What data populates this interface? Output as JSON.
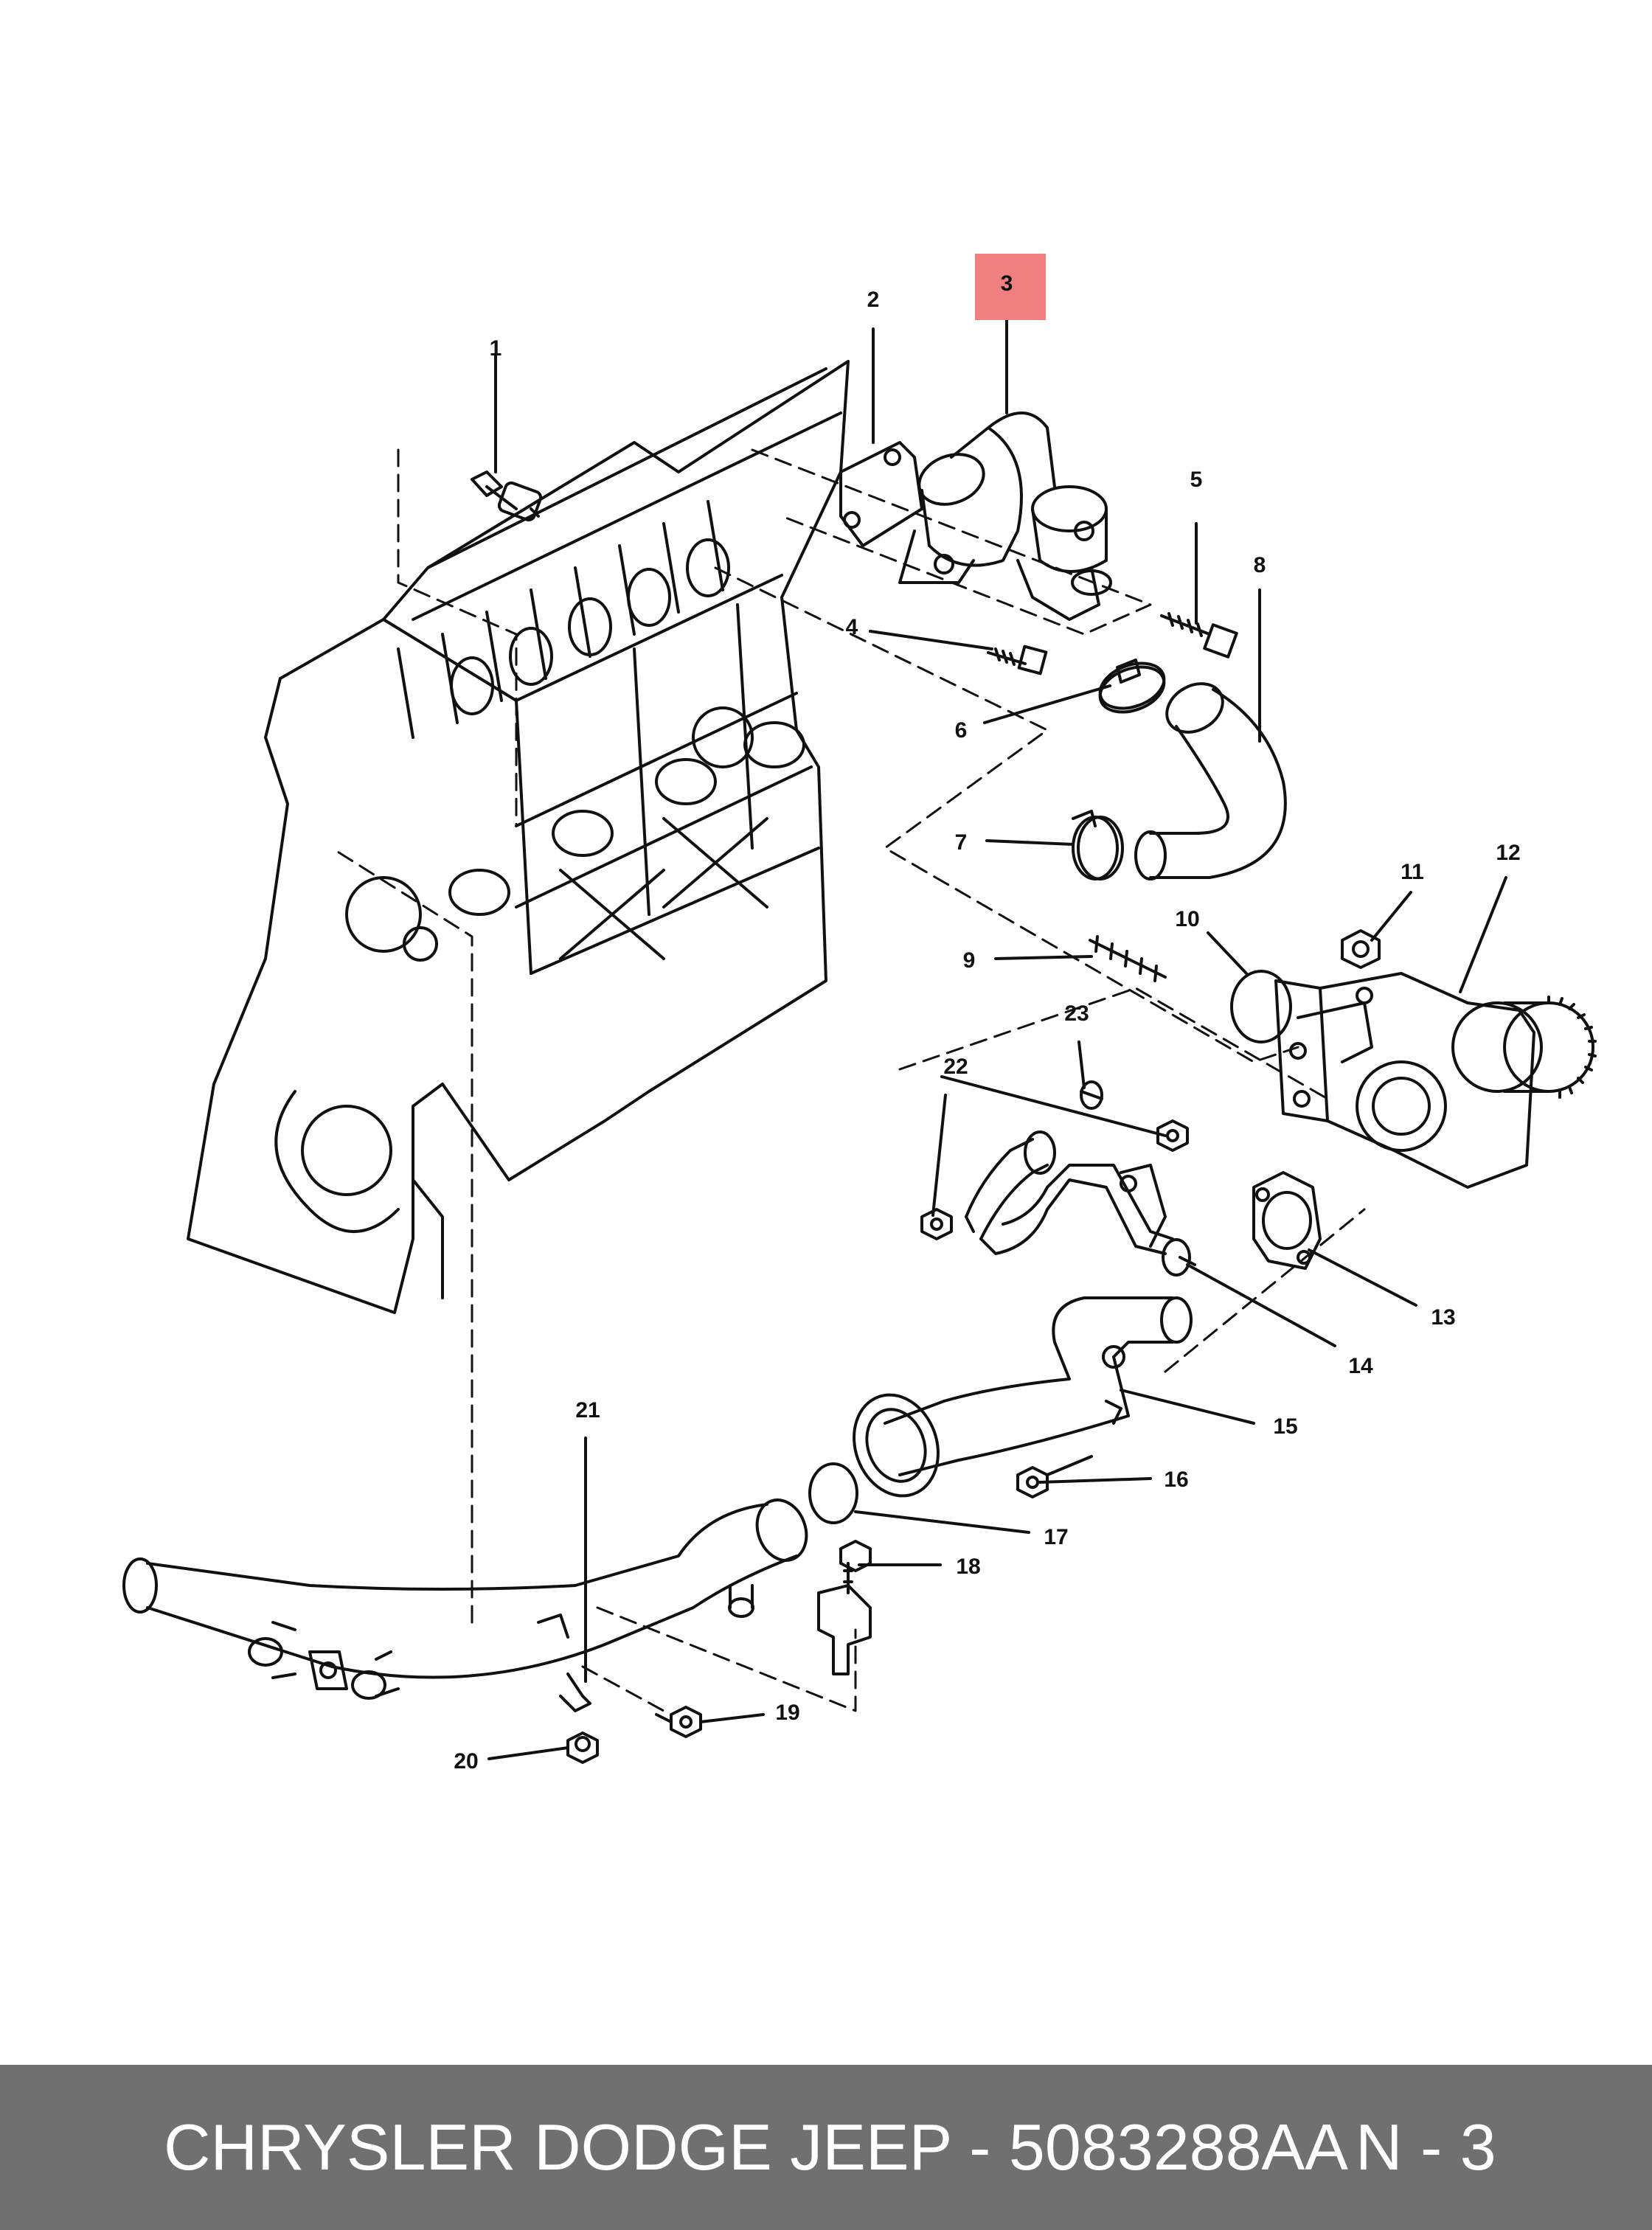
{
  "callouts": [
    {
      "id": "1",
      "label": "1"
    },
    {
      "id": "2",
      "label": "2"
    },
    {
      "id": "3",
      "label": "3",
      "highlighted": true
    },
    {
      "id": "4",
      "label": "4"
    },
    {
      "id": "5",
      "label": "5"
    },
    {
      "id": "6",
      "label": "6"
    },
    {
      "id": "7",
      "label": "7"
    },
    {
      "id": "8",
      "label": "8"
    },
    {
      "id": "9",
      "label": "9"
    },
    {
      "id": "10",
      "label": "10"
    },
    {
      "id": "11",
      "label": "11"
    },
    {
      "id": "12",
      "label": "12"
    },
    {
      "id": "13",
      "label": "13"
    },
    {
      "id": "14",
      "label": "14"
    },
    {
      "id": "15",
      "label": "15"
    },
    {
      "id": "16",
      "label": "16"
    },
    {
      "id": "17",
      "label": "17"
    },
    {
      "id": "18",
      "label": "18"
    },
    {
      "id": "19",
      "label": "19"
    },
    {
      "id": "20",
      "label": "20"
    },
    {
      "id": "21",
      "label": "21"
    },
    {
      "id": "22",
      "label": "22"
    },
    {
      "id": "23",
      "label": "23"
    }
  ],
  "footer": {
    "brand_part": "CHRYSLER DODGE JEEP - 5083288AA",
    "page_ref": "N - 3"
  },
  "colors": {
    "highlight": "#f08080",
    "line": "#111111",
    "footer_bg": "#707070",
    "footer_text": "#ffffff"
  }
}
